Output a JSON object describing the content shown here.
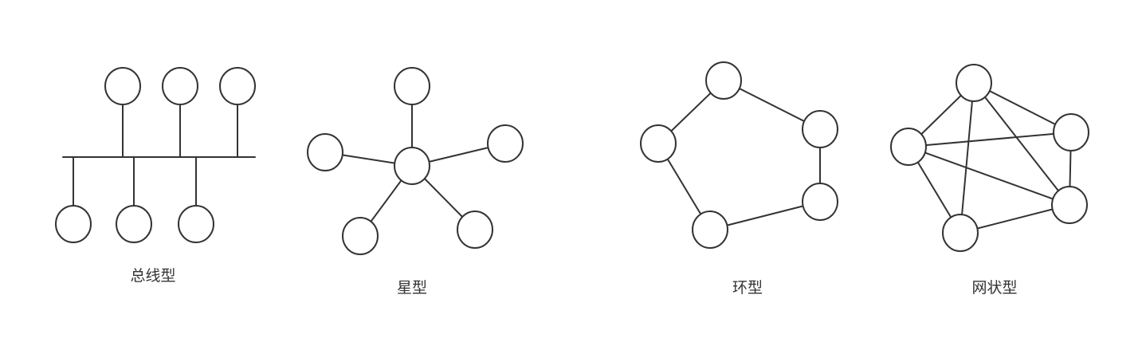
{
  "colors": {
    "background": "#ffffff",
    "stroke": "#333333",
    "text": "#333333"
  },
  "topologies": [
    {
      "id": "bus",
      "label": "总线型"
    },
    {
      "id": "star",
      "label": "星型"
    },
    {
      "id": "ring",
      "label": "环型"
    },
    {
      "id": "mesh",
      "label": "网状型"
    }
  ]
}
